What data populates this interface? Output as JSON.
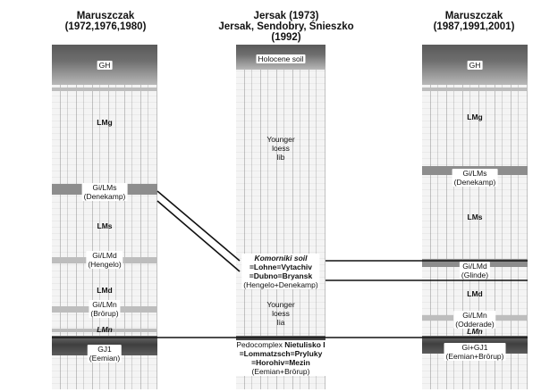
{
  "left": {
    "title_line1": "Maruszczak",
    "title_line2": "(1972,1976,1980)",
    "gh": "GH",
    "lmg": "LMg",
    "gilms": "Gi/LMs",
    "gilms_sub": "(Denekamp)",
    "lms": "LMs",
    "gilmd": "Gi/LMd",
    "gilmd_sub": "(Hengelo)",
    "lmd": "LMd",
    "gilmn": "Gi/LMn",
    "gilmn_sub": "(Brörup)",
    "lmn": "LMn",
    "gj1": "GJ1",
    "gj1_sub": "(Eemian)"
  },
  "center": {
    "title_line1": "Jersak (1973)",
    "title_line2": "Jersak, Sendobry, Śnieszko",
    "title_line3": "(1992)",
    "holocene": "Holocene soil",
    "younger1_l1": "Younger",
    "younger1_l2": "loess",
    "younger1_l3": "Iib",
    "komorniki_l1": "Komorniki soil",
    "komorniki_l2": "=Lohne=Vytachiv",
    "komorniki_l3": "=Dubno=Bryansk",
    "komorniki_l4": "(Hengelo+Denekamp)",
    "younger2_l1": "Younger",
    "younger2_l2": "loess",
    "younger2_l3": "Iia",
    "pedo_l1_a": "Pedocomplex",
    "pedo_l1_b": "Nietulisko I",
    "pedo_l2": "=Lommatzsch=Pryluky",
    "pedo_l3": "=Horohiv=Mezin",
    "pedo_l4": "(Eemian+Brörup)"
  },
  "right": {
    "title_line1": "Maruszczak",
    "title_line2": "(1987,1991,2001)",
    "gh": "GH",
    "lmg": "LMg",
    "gilms": "Gi/LMs",
    "gilms_sub": "(Denekamp)",
    "lms": "LMs",
    "gilmd": "Gi/LMd",
    "gilmd_sub": "(Glinde)",
    "lmd": "LMd",
    "gilmn": "Gi/LMn",
    "gilmn_sub": "(Odderade)",
    "lmn": "LMn",
    "gigj1": "Gi+GJ1",
    "gigj1_sub": "(Eemian+Brörup)"
  }
}
